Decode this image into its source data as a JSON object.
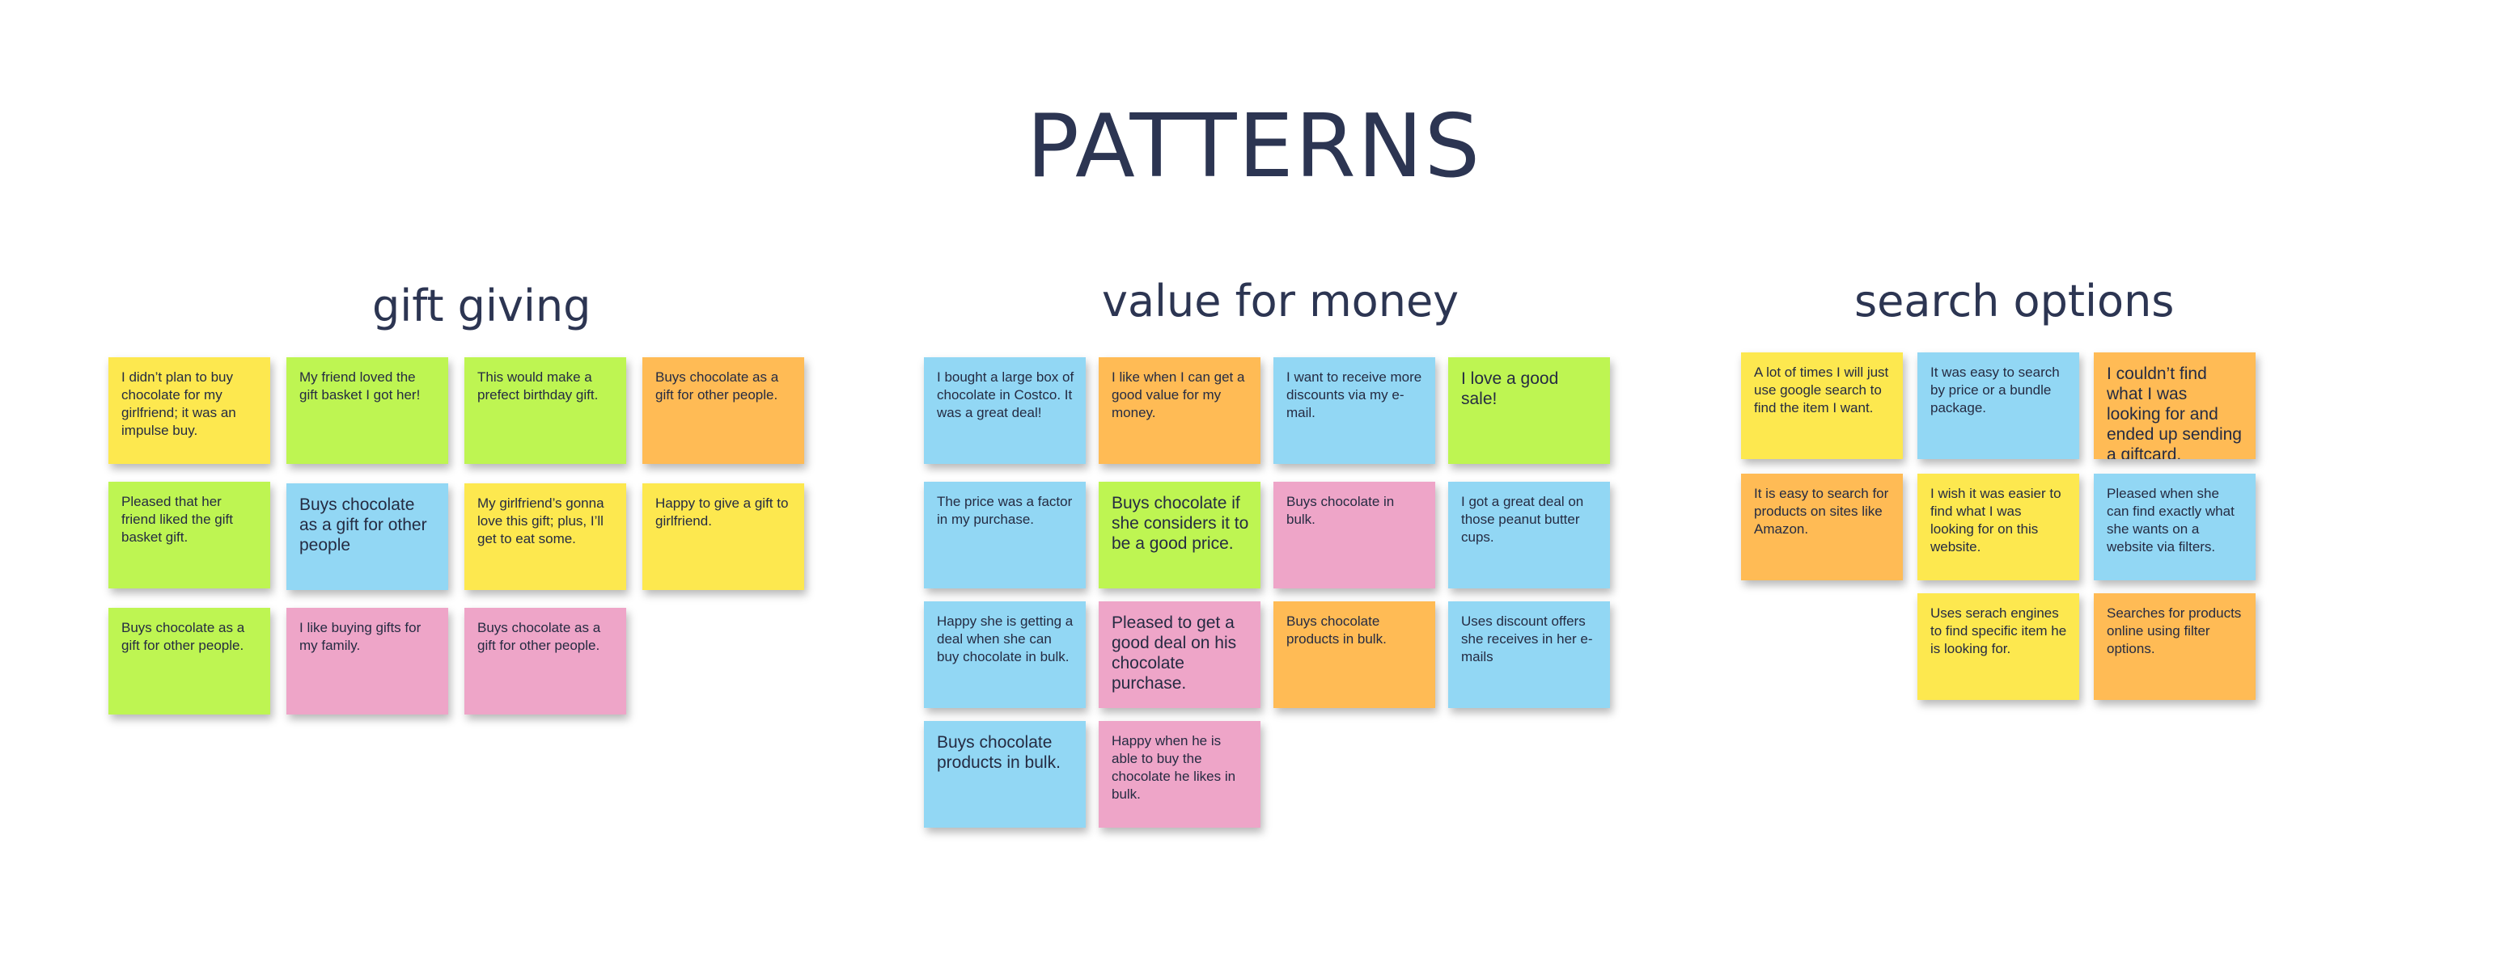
{
  "board": {
    "title": "PATTERNS",
    "colors": {
      "yellow": "#fde84f",
      "green": "#bef552",
      "orange": "#ffbb55",
      "blue": "#92d7f4",
      "pink": "#eea5c8",
      "title": "#2c3552"
    }
  },
  "clusters": [
    {
      "title": "gift giving",
      "notes": [
        {
          "text": "I didn’t plan to buy chocolate for my girlfriend; it was an impulse buy.",
          "color": "yellow"
        },
        {
          "text": "My friend loved the gift basket I got her!",
          "color": "green"
        },
        {
          "text": "This would make a prefect birthday gift.",
          "color": "green"
        },
        {
          "text": "Buys chocolate as a gift for other people.",
          "color": "orange"
        },
        {
          "text": "Pleased that her friend liked the gift basket gift.",
          "color": "green"
        },
        {
          "text": "Buys chocolate as a gift for other people",
          "color": "blue"
        },
        {
          "text": "My girlfriend’s gonna love this gift; plus, I’ll get to eat some.",
          "color": "yellow"
        },
        {
          "text": "Happy to give a gift to girlfriend.",
          "color": "yellow"
        },
        {
          "text": "Buys chocolate as a gift for other people.",
          "color": "green"
        },
        {
          "text": "I like buying gifts for my family.",
          "color": "pink"
        },
        {
          "text": "Buys chocolate as a gift for other people.",
          "color": "pink"
        }
      ]
    },
    {
      "title": "value for money",
      "notes": [
        {
          "text": "I bought a large box of chocolate in Costco.  It was a great deal!",
          "color": "blue"
        },
        {
          "text": "I like when I can get a good value for my money.",
          "color": "orange"
        },
        {
          "text": "I want to receive more discounts via my e-mail.",
          "color": "blue"
        },
        {
          "text": "I love a good sale!",
          "color": "green"
        },
        {
          "text": "The price was a factor in my purchase.",
          "color": "blue"
        },
        {
          "text": "Buys chocolate if she considers it to be a good price.",
          "color": "green"
        },
        {
          "text": "Buys chocolate in bulk.",
          "color": "pink"
        },
        {
          "text": "I got a great deal on those peanut butter cups.",
          "color": "blue"
        },
        {
          "text": "Happy she is getting a deal when she can buy chocolate in bulk.",
          "color": "blue"
        },
        {
          "text": "Pleased to get a good deal on his chocolate purchase.",
          "color": "pink"
        },
        {
          "text": "Buys chocolate products in bulk.",
          "color": "orange"
        },
        {
          "text": "Uses discount offers she receives in her e-mails",
          "color": "blue"
        },
        {
          "text": "Buys chocolate products in bulk.",
          "color": "blue"
        },
        {
          "text": "Happy when he is able to buy the chocolate he likes in bulk.",
          "color": "pink"
        }
      ]
    },
    {
      "title": "search options",
      "notes": [
        {
          "text": "A lot of times I will just use google search to find the item I want.",
          "color": "yellow"
        },
        {
          "text": "It was easy to search by price or a bundle package.",
          "color": "blue"
        },
        {
          "text": "I couldn’t find what I was looking for and ended up sending a giftcard.",
          "color": "orange"
        },
        {
          "text": "It is easy to search for products on sites like Amazon.",
          "color": "orange"
        },
        {
          "text": "I wish it was easier to find what I was looking for on this website.",
          "color": "yellow"
        },
        {
          "text": "Pleased when she can find exactly what she wants on a website via filters.",
          "color": "blue"
        },
        {
          "text": "Uses serach engines to find specific item he is looking for.",
          "color": "yellow"
        },
        {
          "text": "Searches for products online using filter options.",
          "color": "orange"
        }
      ]
    }
  ]
}
